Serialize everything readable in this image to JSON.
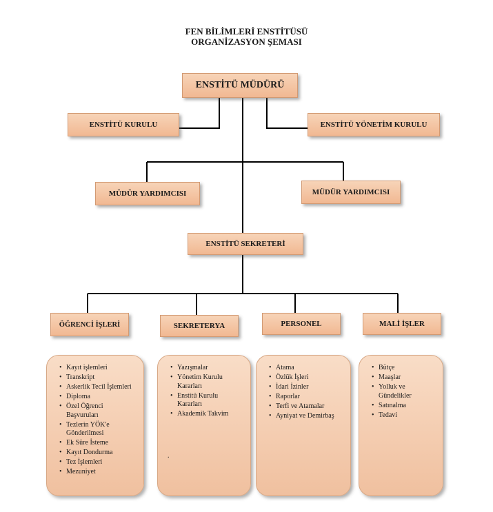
{
  "header": {
    "title_line1": "FEN BİLİMLERİ ENSTİTÜSÜ",
    "title_line2": "ORGANİZASYON ŞEMASI"
  },
  "nodes": {
    "director": "ENSTİTÜ MÜDÜRÜ",
    "council": "ENSTİTÜ KURULU",
    "board": "ENSTİTÜ YÖNETİM KURULU",
    "assistant_left": "MÜDÜR YARDIMCISI",
    "assistant_right": "MÜDÜR YARDIMCISI",
    "secretary": "ENSTİTÜ SEKRETERİ"
  },
  "departments": [
    {
      "name": "ÖĞRENCİ İŞLERİ",
      "items": [
        "Kayıt işlemleri",
        "Transkript",
        "Askerlik Tecil İşlemleri",
        "Diploma",
        "Özel Öğrenci Başvuruları",
        "Tezlerin YÖK'e Gönderilmesi",
        "Ek Süre İsteme",
        "Kayıt Dondurma",
        "Tez İşlemleri",
        "Mezuniyet"
      ]
    },
    {
      "name": "SEKRETERYA",
      "items": [
        "Yazışmalar",
        "Yönetim Kurulu Kararları",
        "Enstitü Kurulu Kararları",
        "Akademik Takvim"
      ],
      "trailing_mark": "."
    },
    {
      "name": "PERSONEL",
      "items": [
        "Atama",
        "Özlük İşleri",
        "İdari İzinler",
        "Raporlar",
        "Terfi ve Atamalar",
        "Ayniyat ve Demirbaş"
      ]
    },
    {
      "name": "MALİ İŞLER",
      "items": [
        "Bütçe",
        "Maaşlar",
        "Yolluk ve Gündelikler",
        "Satınalma",
        "Tedavi"
      ]
    }
  ]
}
